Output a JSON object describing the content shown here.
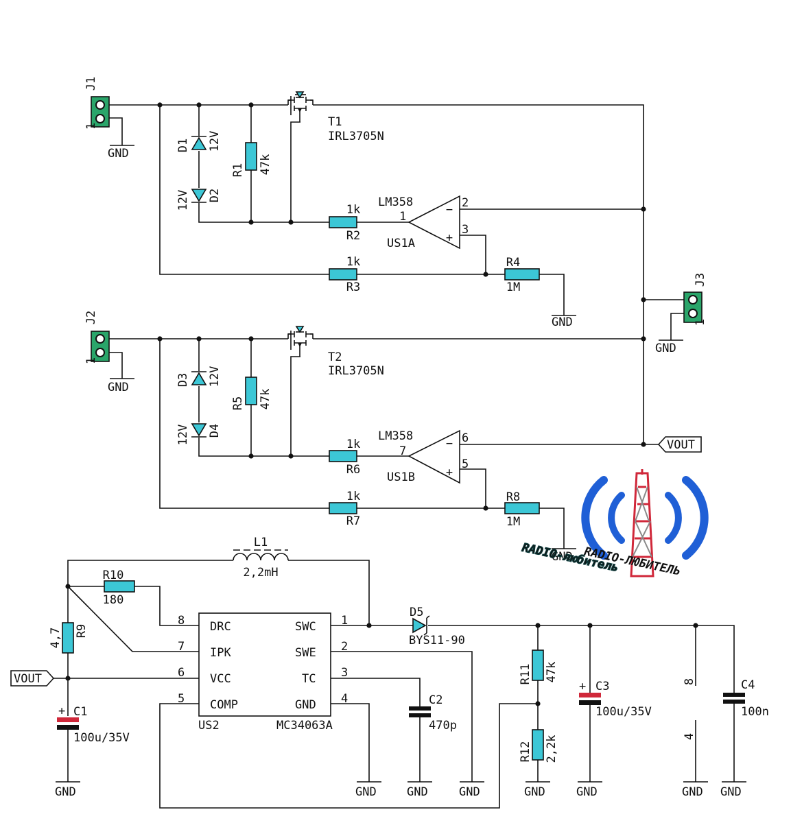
{
  "colors": {
    "resistor": "#3cc7d6",
    "connector": "#2aa56a",
    "wire": "#111111",
    "cap_positive": "#d0283a",
    "logo_blue": "#1f5fd6",
    "logo_text": "#1a8a8a"
  },
  "connectors": {
    "j1": {
      "ref": "J1",
      "pin": "1"
    },
    "j2": {
      "ref": "J2",
      "pin": "1"
    },
    "j3": {
      "ref": "J3",
      "pin": "1"
    }
  },
  "gnd": "GND",
  "mosfets": {
    "t1": {
      "ref": "T1",
      "part": "IRL3705N"
    },
    "t2": {
      "ref": "T2",
      "part": "IRL3705N"
    }
  },
  "diodes": {
    "d1": {
      "ref": "D1",
      "value": "12V"
    },
    "d2": {
      "ref": "D2",
      "value": "12V"
    },
    "d3": {
      "ref": "D3",
      "value": "12V"
    },
    "d4": {
      "ref": "D4",
      "value": "12V"
    },
    "d5": {
      "ref": "D5",
      "value": "BYS11-90"
    }
  },
  "resistors": {
    "r1": {
      "ref": "R1",
      "value": "47k"
    },
    "r2": {
      "ref": "R2",
      "value": "1k"
    },
    "r3": {
      "ref": "R3",
      "value": "1k"
    },
    "r4": {
      "ref": "R4",
      "value": "1M"
    },
    "r5": {
      "ref": "R5",
      "value": "47k"
    },
    "r6": {
      "ref": "R6",
      "value": "1k"
    },
    "r7": {
      "ref": "R7",
      "value": "1k"
    },
    "r8": {
      "ref": "R8",
      "value": "1M"
    },
    "r9": {
      "ref": "R9",
      "value": "4,7"
    },
    "r10": {
      "ref": "R10",
      "value": "180"
    },
    "r11": {
      "ref": "R11",
      "value": "47k"
    },
    "r12": {
      "ref": "R12",
      "value": "2,2k"
    }
  },
  "opamps": {
    "a": {
      "part": "LM358",
      "ref": "US1A",
      "pin_out": "1",
      "pin_minus": "2",
      "pin_plus": "3"
    },
    "b": {
      "part": "LM358",
      "ref": "US1B",
      "pin_out": "7",
      "pin_minus": "6",
      "pin_plus": "5"
    }
  },
  "vout": "VOUT",
  "inductor": {
    "ref": "L1",
    "value": "2,2mH"
  },
  "ic": {
    "ref": "US2",
    "part": "MC34063A",
    "left_pins": [
      {
        "num": "8",
        "name": "DRC"
      },
      {
        "num": "7",
        "name": "IPK"
      },
      {
        "num": "6",
        "name": "VCC"
      },
      {
        "num": "5",
        "name": "COMP"
      }
    ],
    "right_pins": [
      {
        "num": "1",
        "name": "SWC"
      },
      {
        "num": "2",
        "name": "SWE"
      },
      {
        "num": "3",
        "name": "TC"
      },
      {
        "num": "4",
        "name": "GND"
      }
    ]
  },
  "capacitors": {
    "c1": {
      "ref": "C1",
      "value": "100u/35V"
    },
    "c2": {
      "ref": "C2",
      "value": "470p"
    },
    "c3": {
      "ref": "C3",
      "value": "100u/35V"
    },
    "c4": {
      "ref": "C4",
      "value": "100n"
    }
  },
  "power_pins": {
    "top": "8",
    "bottom": "4"
  },
  "logo": {
    "main": "RADIO-любитель",
    "small": "RADIO-ЛЮБИТЕЛЬ"
  }
}
